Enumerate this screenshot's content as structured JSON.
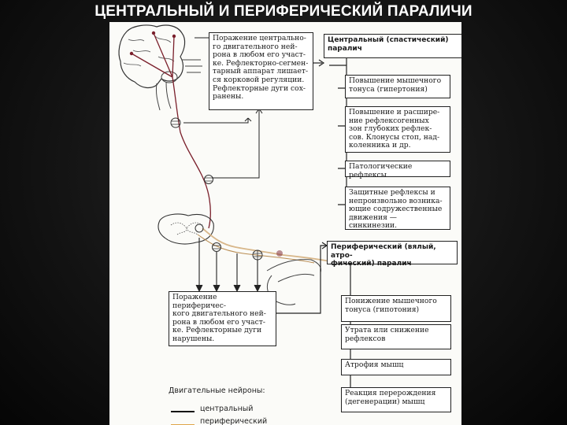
{
  "slide": {
    "title": "ЦЕНТРАЛЬНЫЙ И ПЕРИФЕРИЧЕСКИЙ ПАРАЛИЧИ"
  },
  "diagram": {
    "central_lesion": "Поражение центрально-\nго двигательного ней-\nрона в любом его участ-\nке. Рефлекторно-сегмен-\nтарный аппарат лишает-\nся корковой регуляции.\nРефлекторные дуги сох-\nранены.",
    "central_paralysis": "Центральный (спастический)\nпаралич",
    "central_signs": [
      "Повышение мышечного\nтонуса (гипертония)",
      "Повышение и расшире-\nние рефлексогенных\nзон глубоких рефлек-\nсов. Клонусы стоп, над-\nколенника и др.",
      "Патологические рефлексы",
      "Защитные рефлексы и\nнепроизвольно возника-\nющие содружественные\nдвижения — синкинезии."
    ],
    "peripheral_paralysis": "Периферический (вялый, атро-\nфический) паралич",
    "peripheral_lesion": "Поражение периферичес-\nкого двигательного ней-\nрона в любом его участ-\nке. Рефлекторные дуги\nнарушены.",
    "peripheral_signs": [
      "Понижение мышечного\nтонуса (гипотония)",
      "Утрата или снижение\nрефлексов",
      "Атрофия мышц",
      "Реакция перерождения\n(дегенерации) мышц"
    ],
    "legend": {
      "title": "Двигательные нейроны:",
      "items": [
        {
          "label": "центральный",
          "color": "#111111"
        },
        {
          "label": "периферический",
          "color": "#e0a64a"
        }
      ]
    },
    "colors": {
      "central_pathway": "#7a1f2b",
      "peripheral_pathway": "#d8b78a",
      "box_border": "#222222",
      "slide_title": "#ffffff"
    }
  }
}
